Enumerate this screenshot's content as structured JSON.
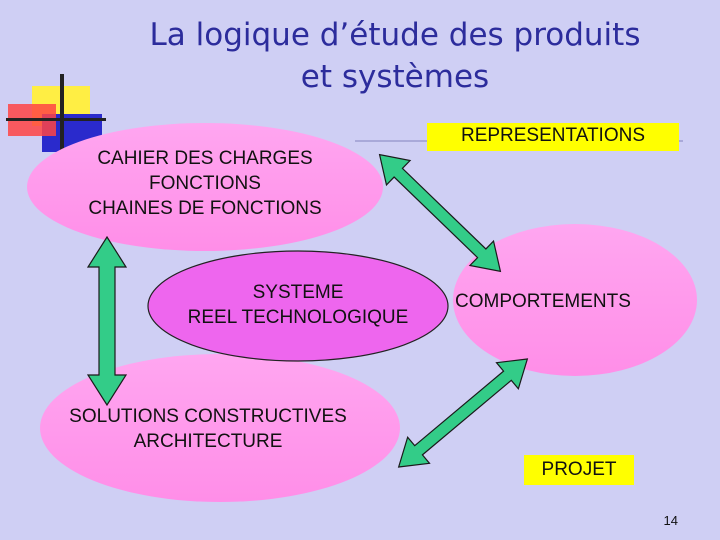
{
  "title": {
    "line1": "La logique d’étude des produits",
    "line2": "et systèmes"
  },
  "nodes": {
    "cahier": {
      "lines": [
        "CAHIER DES CHARGES",
        "FONCTIONS",
        "CHAINES DE FONCTIONS"
      ]
    },
    "systeme": {
      "lines": [
        "SYSTEME",
        "REEL TECHNOLOGIQUE"
      ]
    },
    "solutions": {
      "lines": [
        "SOLUTIONS CONSTRUCTIVES",
        "ARCHITECTURE"
      ]
    },
    "comportements": {
      "label": "COMPORTEMENTS"
    }
  },
  "labels": {
    "representations": "REPRESENTATIONS",
    "projet": "PROJET"
  },
  "page_number": "14",
  "colors": {
    "background": "#cfcff4",
    "ellipse": "#ff99ee",
    "center_ellipse": "#ee66ee",
    "arrow_fill": "#33cc88",
    "label_box": "#ffff00",
    "title": "#2c2c9c"
  }
}
